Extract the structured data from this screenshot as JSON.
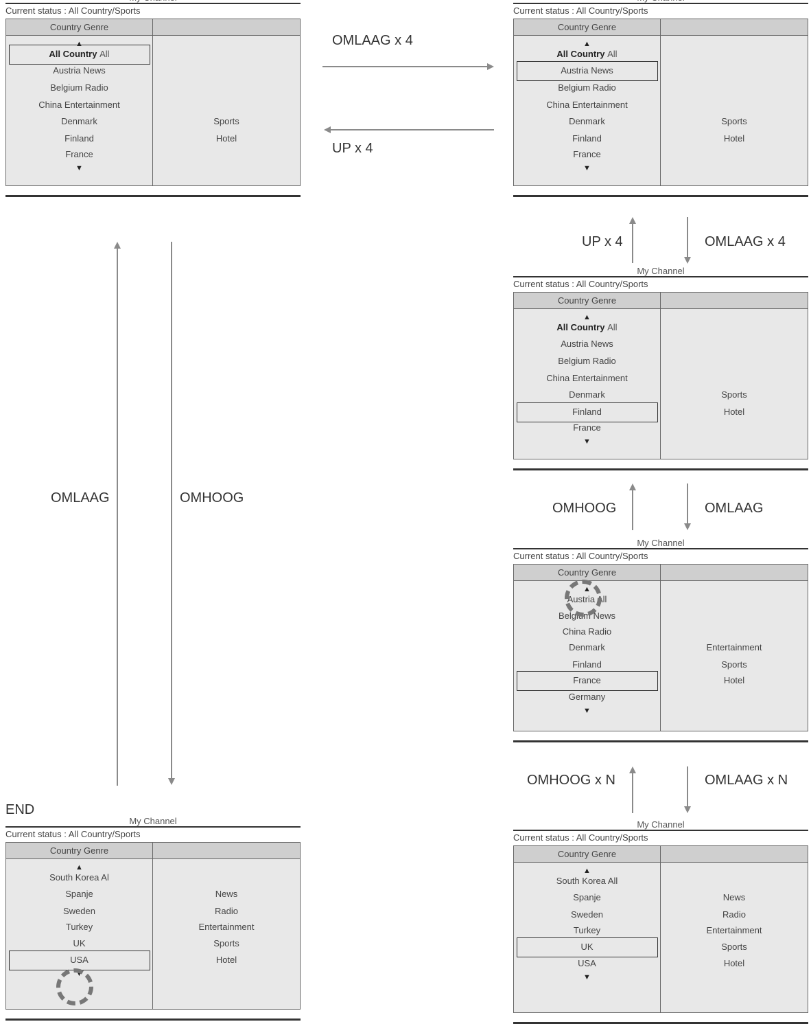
{
  "screen_header": "My Channel",
  "status_text": "Current status : All Country/Sports",
  "column_header": "Country Genre",
  "list_up_glyph": "▲",
  "list_down_glyph": "▼",
  "screens": [
    {
      "left": [
        {
          "text": "All Country",
          "suffix": "All",
          "bold": true
        },
        {
          "text": "Austria News"
        },
        {
          "text": "Belgium Radio"
        },
        {
          "text": "China Entertainment"
        },
        {
          "text": "Denmark"
        },
        {
          "text": "Finland"
        },
        {
          "text": "France"
        }
      ],
      "right": [
        "Sports",
        "Hotel"
      ],
      "selected_index": 0
    },
    {
      "left": [
        {
          "text": "All Country",
          "suffix": "All",
          "bold": true
        },
        {
          "text": "Austria News"
        },
        {
          "text": "Belgium Radio"
        },
        {
          "text": "China Entertainment"
        },
        {
          "text": "Denmark"
        },
        {
          "text": "Finland"
        },
        {
          "text": "France"
        }
      ],
      "right": [
        "Sports",
        "Hotel"
      ],
      "selected_index": 1
    },
    {
      "left": [
        {
          "text": "All Country",
          "suffix": "All",
          "bold": true
        },
        {
          "text": "Austria News"
        },
        {
          "text": "Belgium Radio"
        },
        {
          "text": "China Entertainment"
        },
        {
          "text": "Denmark"
        },
        {
          "text": "Finland"
        },
        {
          "text": "France"
        }
      ],
      "right": [
        "Sports",
        "Hotel"
      ],
      "selected_index": 5
    },
    {
      "left": [
        {
          "text": "Austria All"
        },
        {
          "text": "Belgium News"
        },
        {
          "text": "China Radio"
        },
        {
          "text": "Denmark"
        },
        {
          "text": "Finland"
        },
        {
          "text": "France"
        },
        {
          "text": "Germany"
        }
      ],
      "right": [
        "Entertainment",
        "Sports",
        "Hotel"
      ],
      "selected_index": 5
    },
    {
      "left": [
        {
          "text": "South Korea All"
        },
        {
          "text": "Spanje"
        },
        {
          "text": "Sweden"
        },
        {
          "text": "Turkey"
        },
        {
          "text": "UK"
        },
        {
          "text": "USA"
        }
      ],
      "right": [
        "News",
        "Radio",
        "Entertainment",
        "Sports",
        "Hotel"
      ],
      "selected_index": 4
    },
    {
      "left": [
        {
          "text": "South Korea Al"
        },
        {
          "text": "Spanje"
        },
        {
          "text": "Sweden"
        },
        {
          "text": "Turkey"
        },
        {
          "text": "UK"
        },
        {
          "text": "USA"
        }
      ],
      "right": [
        "News",
        "Radio",
        "Entertainment",
        "Sports",
        "Hotel"
      ],
      "selected_index": 5
    }
  ],
  "labels": {
    "omlaag_x4_top": "OMLAAG x 4",
    "up_x4_top": "UP x 4",
    "up_x4_right": "UP x 4",
    "omlaag_x4_right": "OMLAAG x 4",
    "omhoog_right": "OMHOOG",
    "omlaag_right": "OMLAAG",
    "omhoog_xn": "OMHOOG x N",
    "omlaag_xn": "OMLAAG x N",
    "omlaag_left": "OMLAAG",
    "omhoog_left": "OMHOOG",
    "end": "END"
  }
}
